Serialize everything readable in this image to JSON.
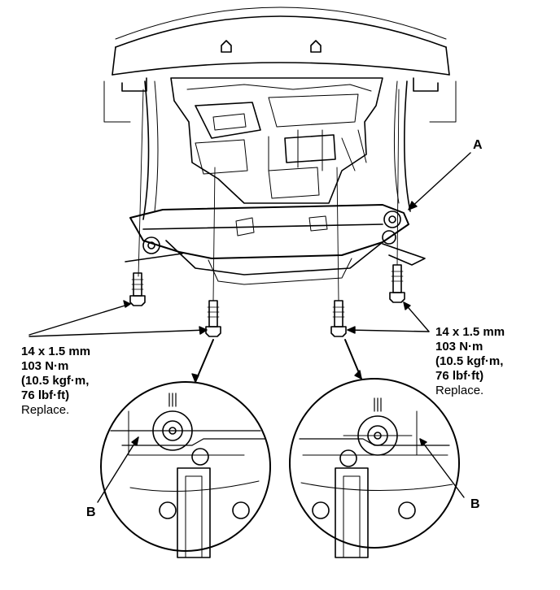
{
  "callouts": {
    "a": "A",
    "b_left": "B",
    "b_right": "B"
  },
  "left_spec": {
    "size": "14 x 1.5 mm",
    "torque": "103 N·m",
    "kgf": "(10.5 kgf·m,",
    "lbf": "76 lbf·ft)",
    "note": "Replace."
  },
  "right_spec": {
    "size": "14 x 1.5 mm",
    "torque": "103 N·m",
    "kgf": "(10.5 kgf·m,",
    "lbf": "76 lbf·ft)",
    "note": "Replace."
  }
}
